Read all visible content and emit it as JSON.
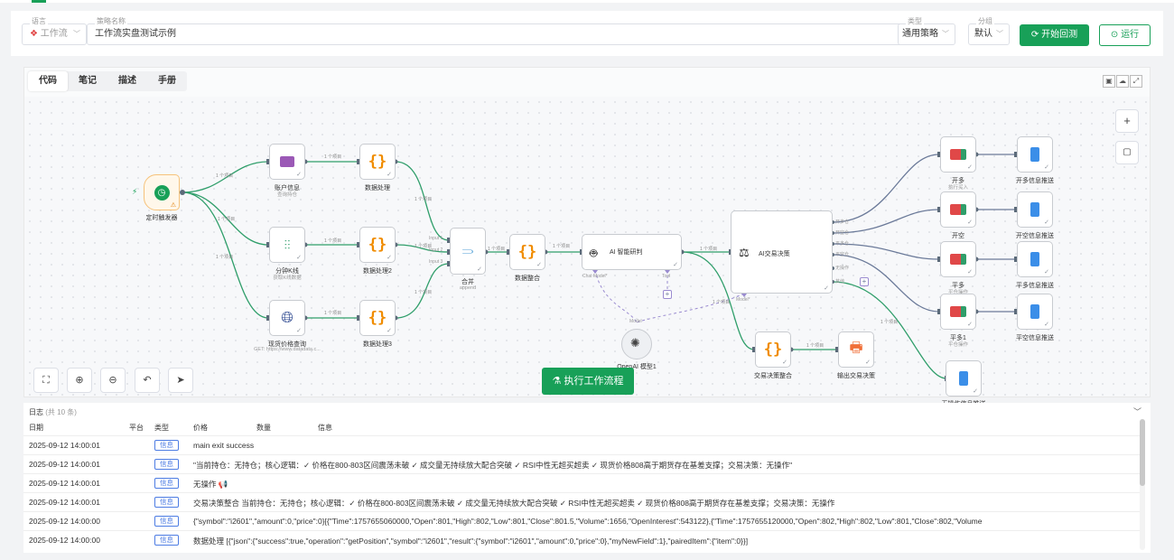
{
  "header": {
    "language_legend": "语言",
    "language_value": "工作流",
    "strategy_name_legend": "策略名称",
    "strategy_name_value": "工作流实盘测试示例",
    "type_legend": "类型",
    "type_value": "通用策略",
    "group_legend": "分组",
    "group_value": "默认",
    "backtest_label": "开始回测",
    "run_label": "运行"
  },
  "editor": {
    "tabs": [
      {
        "label": "代码",
        "active": true
      },
      {
        "label": "笔记",
        "active": false
      },
      {
        "label": "描述",
        "active": false
      },
      {
        "label": "手册",
        "active": false
      }
    ],
    "execute_label": "执行工作流程"
  },
  "workflow": {
    "edge_label": "1 个项目",
    "merge_inputs": [
      "Input 1",
      "Input 2",
      "Input 3"
    ],
    "nodes": {
      "trigger": {
        "title": "定时触发器"
      },
      "account": {
        "title": "账户信息",
        "sub": "查询持仓"
      },
      "process1": {
        "title": "数据处理"
      },
      "kline": {
        "title": "分钟K线",
        "sub": "获取K线数据"
      },
      "process2": {
        "title": "数据处理2"
      },
      "spot": {
        "title": "现货价格查询",
        "sub": "GET: https://www.datadata.c..."
      },
      "process3": {
        "title": "数据处理3"
      },
      "merge": {
        "title": "合并",
        "sub": "append"
      },
      "integrate": {
        "title": "数据整合"
      },
      "ai_research": {
        "title": "AI 智能研判",
        "port_model": "Chat Model*",
        "port_tool": "Tool"
      },
      "openai": {
        "title": "OpenAI 模型1",
        "port": "Model"
      },
      "ai_decision": {
        "title": "AI交易决策",
        "outputs": [
          "开多仓",
          "开空仓",
          "平多仓",
          "平空仓",
          "无操作",
          "其他"
        ],
        "port_model": "Model*"
      },
      "decision_merge": {
        "title": "交易决策整合"
      },
      "decision_output": {
        "title": "输出交易决策"
      },
      "open_long": {
        "title": "开多",
        "sub": "执行买入"
      },
      "open_short": {
        "title": "开空"
      },
      "close_long": {
        "title": "平多",
        "sub": "平仓操作"
      },
      "close_long1": {
        "title": "平多1",
        "sub": "平仓操作"
      },
      "push_long": {
        "title": "开多信息推送"
      },
      "push_short": {
        "title": "开空信息推送"
      },
      "push_close": {
        "title": "平多信息推送"
      },
      "push_close_short": {
        "title": "平空信息推送"
      },
      "push_none": {
        "title": "无操作信息推送"
      }
    }
  },
  "logs": {
    "title": "日志",
    "count": "(共 10 条)",
    "columns": [
      "日期",
      "平台",
      "类型",
      "价格",
      "数量",
      "信息"
    ],
    "rows": [
      {
        "date": "2025-09-12 14:00:01",
        "type": "信息",
        "message": "main exit success"
      },
      {
        "date": "2025-09-12 14:00:01",
        "type": "信息",
        "message": "\"当前持仓：无持仓；核心逻辑：✓ 价格在800-803区间震荡未破 ✓ 成交量无持续放大配合突破 ✓ RSI中性无超买超卖 ✓ 现货价格808高于期货存在基差支撑；交易决策：无操作\""
      },
      {
        "date": "2025-09-12 14:00:01",
        "type": "信息",
        "message": "无操作 📢"
      },
      {
        "date": "2025-09-12 14:00:01",
        "type": "信息",
        "message": "交易决策整合 当前持仓：无持仓；核心逻辑：✓ 价格在800-803区间震荡未破 ✓ 成交量无持续放大配合突破 ✓ RSI中性无超买超卖 ✓ 现货价格808高于期货存在基差支撑；交易决策：无操作"
      },
      {
        "date": "2025-09-12 14:00:00",
        "type": "信息",
        "message": "{\"symbol\":\"i2601\",\"amount\":0,\"price\":0}[{\"Time\":1757655060000,\"Open\":801,\"High\":802,\"Low\":801,\"Close\":801.5,\"Volume\":1656,\"OpenInterest\":543122},{\"Time\":1757655120000,\"Open\":802,\"High\":802,\"Low\":801,\"Close\":802,\"Volume"
      },
      {
        "date": "2025-09-12 14:00:00",
        "type": "信息",
        "message": "数据处理 [{\"json\":{\"success\":true,\"operation\":\"getPosition\",\"symbol\":\"i2601\",\"result\":{\"symbol\":\"i2601\",\"amount\":0,\"price\":0},\"myNewField\":1},\"pairedItem\":{\"item\":0}}]"
      }
    ]
  },
  "colors": {
    "accent": "#18a058",
    "badge": "#4d7ce3",
    "orange": "#f08c00",
    "purple": "#9b59b6"
  }
}
